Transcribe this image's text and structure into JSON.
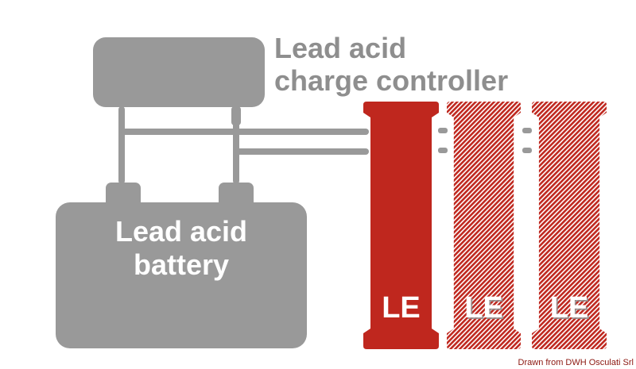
{
  "diagram": {
    "controller": {
      "line1": "Lead acid",
      "line2": "charge controller"
    },
    "battery": {
      "line1": "Lead acid",
      "line2": "battery"
    },
    "panels": [
      {
        "label": "LE",
        "style": "solid"
      },
      {
        "label": "LE",
        "style": "hatched"
      },
      {
        "label": "LE",
        "style": "hatched"
      }
    ],
    "credit": "Drawn from DWH Osculati Srl"
  },
  "colors": {
    "gray": "#999999",
    "label_gray": "#8e8e8e",
    "red": "#bf271e",
    "credit_red": "#8c1710",
    "white": "#ffffff"
  }
}
